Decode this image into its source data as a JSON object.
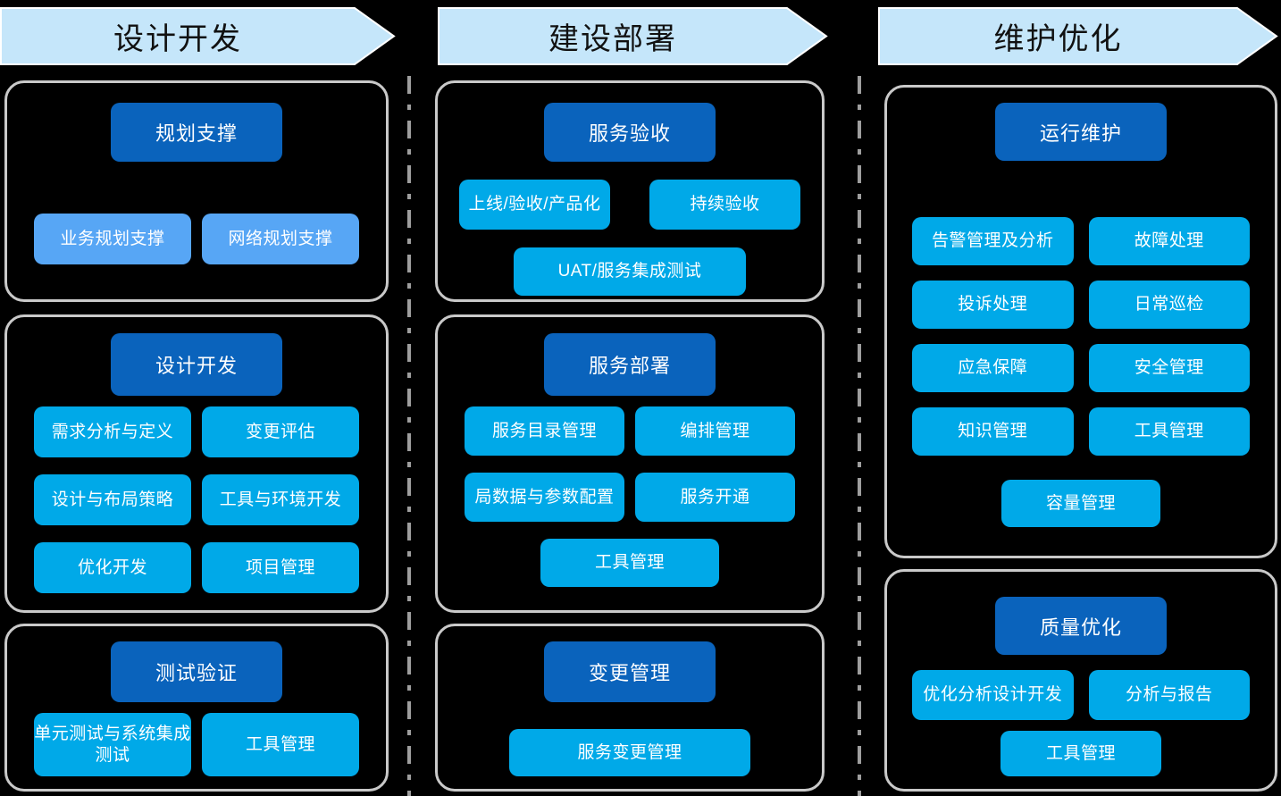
{
  "phases": [
    {
      "title": "设计开发",
      "sections": [
        {
          "header": "规划支撑",
          "items": [
            "业务规划支撑",
            "网络规划支撑"
          ]
        },
        {
          "header": "设计开发",
          "items": [
            "需求分析与定义",
            "变更评估",
            "设计与布局策略",
            "工具与环境开发",
            "优化开发",
            "项目管理"
          ]
        },
        {
          "header": "测试验证",
          "items": [
            "单元测试与系统集成测试",
            "工具管理"
          ]
        }
      ]
    },
    {
      "title": "建设部署",
      "sections": [
        {
          "header": "服务验收",
          "items": [
            "上线/验收/产品化",
            "持续验收",
            "UAT/服务集成测试"
          ]
        },
        {
          "header": "服务部署",
          "items": [
            "服务目录管理",
            "编排管理",
            "局数据与参数配置",
            "服务开通",
            "工具管理"
          ]
        },
        {
          "header": "变更管理",
          "items": [
            "服务变更管理"
          ]
        }
      ]
    },
    {
      "title": "维护优化",
      "sections": [
        {
          "header": "运行维护",
          "items": [
            "告警管理及分析",
            "故障处理",
            "投诉处理",
            "日常巡检",
            "应急保障",
            "安全管理",
            "知识管理",
            "工具管理",
            "容量管理"
          ]
        },
        {
          "header": "质量优化",
          "items": [
            "优化分析设计开发",
            "分析与报告",
            "工具管理"
          ]
        }
      ]
    }
  ],
  "colors": {
    "background": "#000000",
    "arrow_fill": "#c5e6fa",
    "arrow_stroke": "#ffffff",
    "arrow_text": "#111111",
    "header_button": "#0a63bc",
    "item_button": "#00a9e8",
    "item_button_light": "#57a6f5",
    "section_border": "#c9c9c9",
    "separator": "#9e9e9e",
    "button_text": "#ffffff"
  }
}
